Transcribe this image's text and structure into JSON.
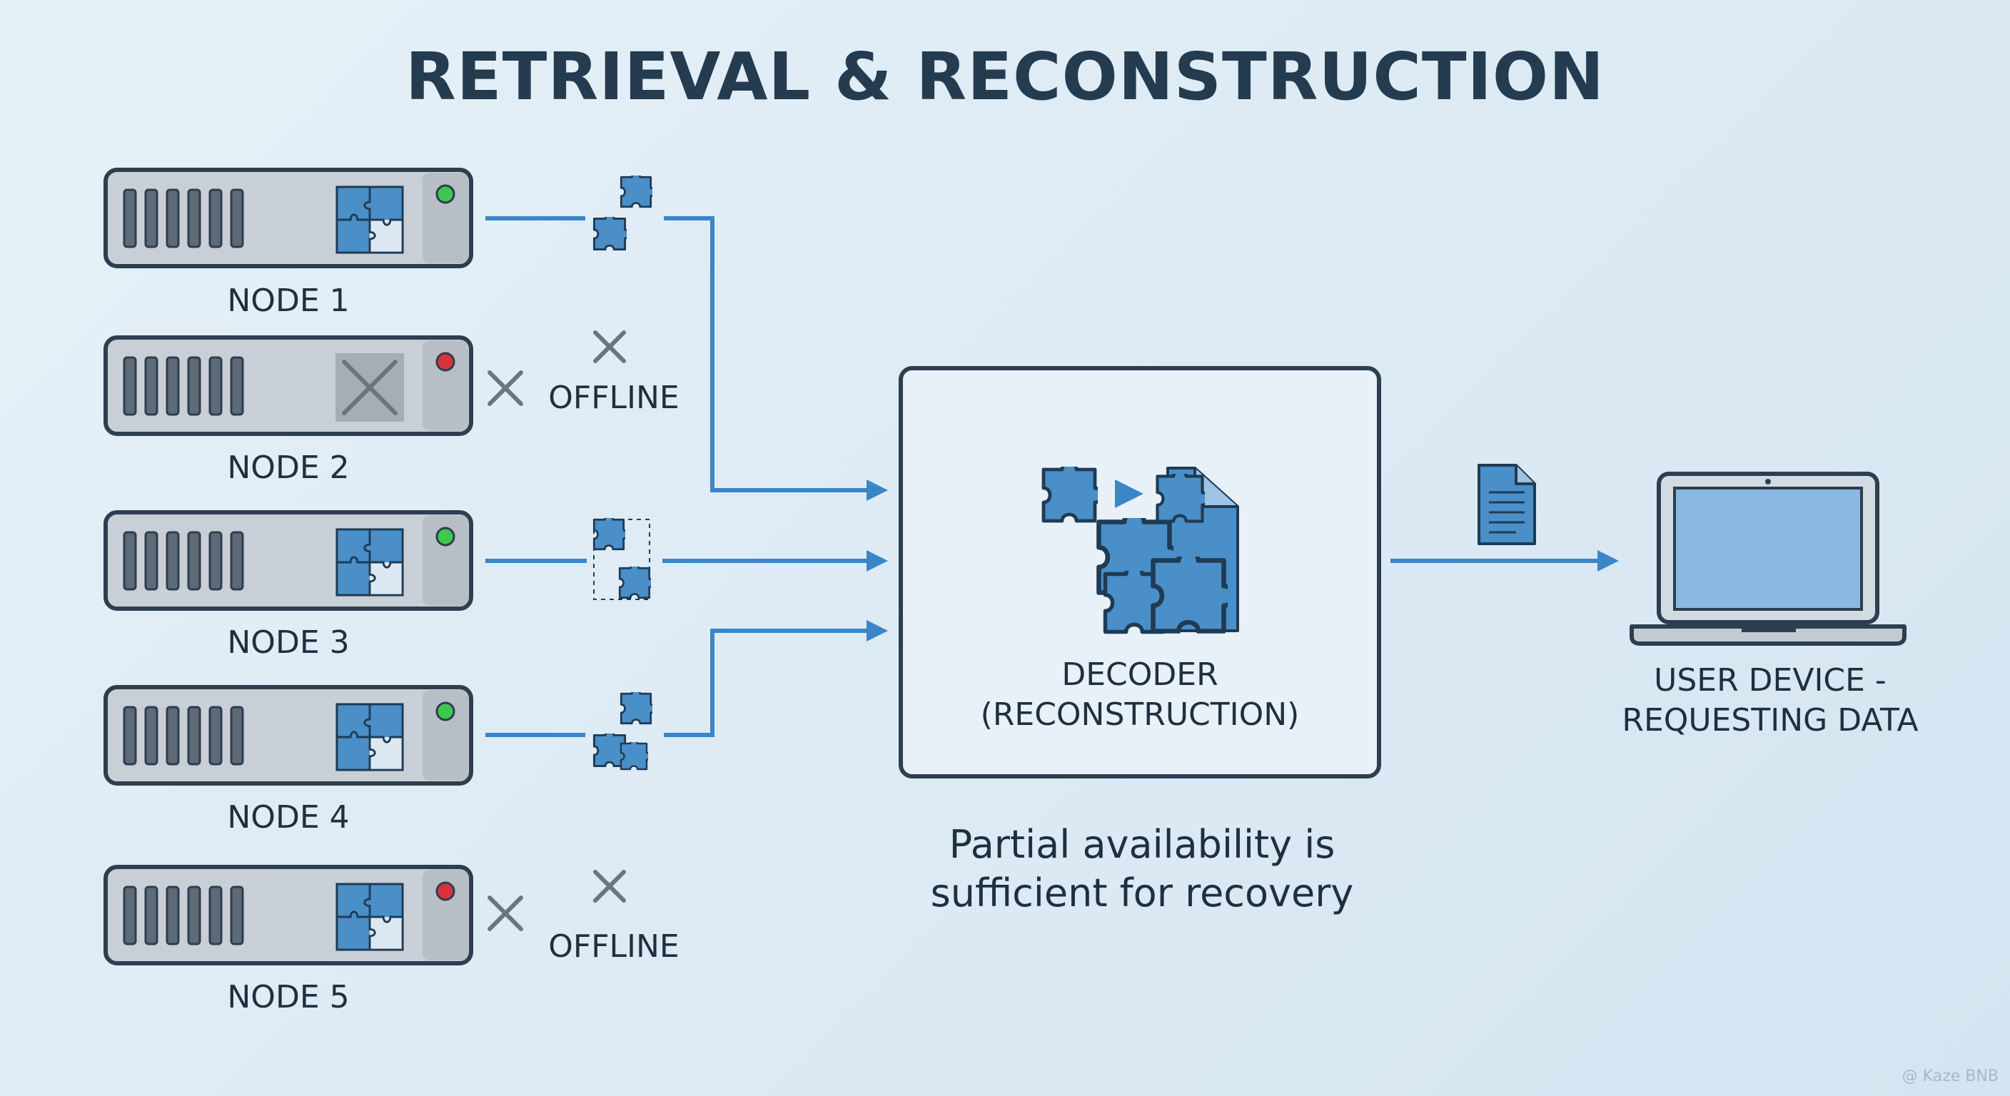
{
  "title": "RETRIEVAL & RECONSTRUCTION",
  "nodes": [
    {
      "label": "NODE 1",
      "status": "online"
    },
    {
      "label": "NODE 2",
      "status": "offline"
    },
    {
      "label": "NODE 3",
      "status": "online"
    },
    {
      "label": "NODE 4",
      "status": "online"
    },
    {
      "label": "NODE 5",
      "status": "offline"
    }
  ],
  "offline_label": "OFFLINE",
  "decoder": {
    "line1": "DECODER",
    "line2": "(RECONSTRUCTION)"
  },
  "note": {
    "line1": "Partial availability is",
    "line2": "sufficient for recovery"
  },
  "device": {
    "line1": "USER DEVICE -",
    "line2": "REQUESTING DATA"
  },
  "watermark": "@ Kaze BNB",
  "colors": {
    "accent": "#3a86c8",
    "puzzle": "#4a8fc8",
    "online": "#3fc74c",
    "offline": "#d9323a",
    "outline": "#2d3e50"
  },
  "icons": {
    "server": "server-icon",
    "fragment": "puzzle-piece-icon",
    "document": "document-icon",
    "laptop": "laptop-icon",
    "offline": "x-mark-icon"
  }
}
